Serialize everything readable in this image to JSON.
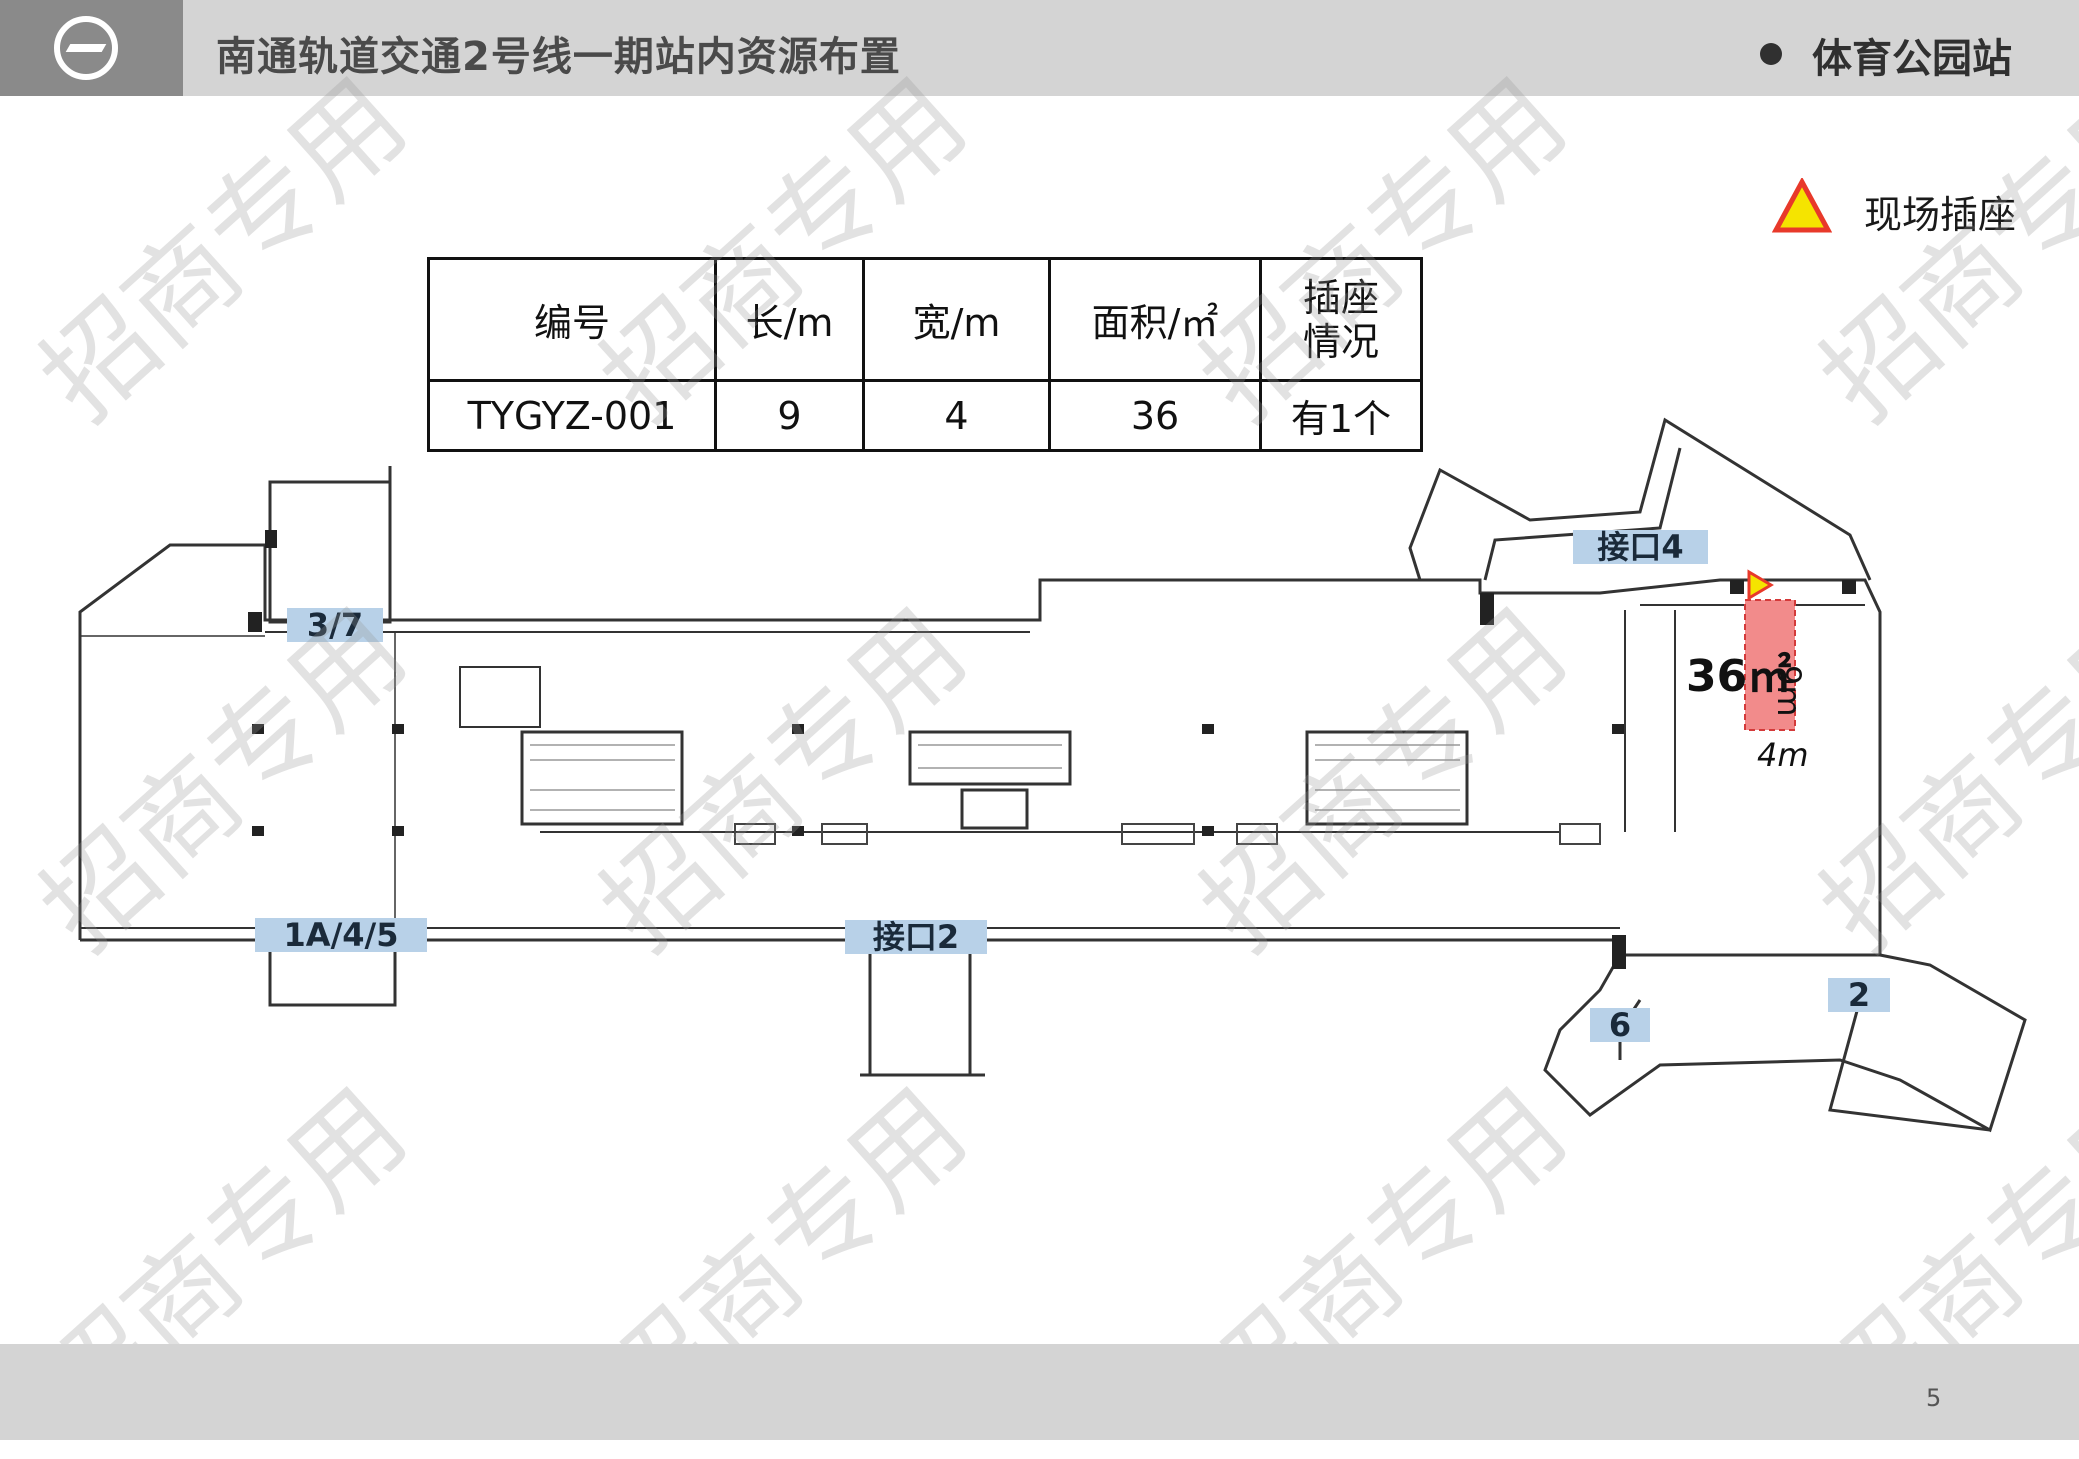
{
  "header": {
    "title": "南通轨道交通2号线一期站内资源布置",
    "station": "体育公园站"
  },
  "legend": {
    "label": "现场插座",
    "icon": "triangle-warning-icon",
    "fill_color": "#f5e400",
    "stroke_color": "#e8392a"
  },
  "resource_table": {
    "headers": [
      "编号",
      "长/m",
      "宽/m",
      "面积/㎡",
      "插座\n情况"
    ],
    "rows": [
      [
        "TYGYZ-001",
        "9",
        "4",
        "36",
        "有1个"
      ]
    ]
  },
  "plan": {
    "area_label": "36㎡",
    "length_label": "9m",
    "width_label": "4m",
    "highlight_color": "#f28b8b",
    "entrances": [
      "3/7",
      "1A/4/5",
      "接口2",
      "接口4",
      "6",
      "2"
    ]
  },
  "watermark": "招商专用",
  "footer": {
    "page_number": "5"
  }
}
